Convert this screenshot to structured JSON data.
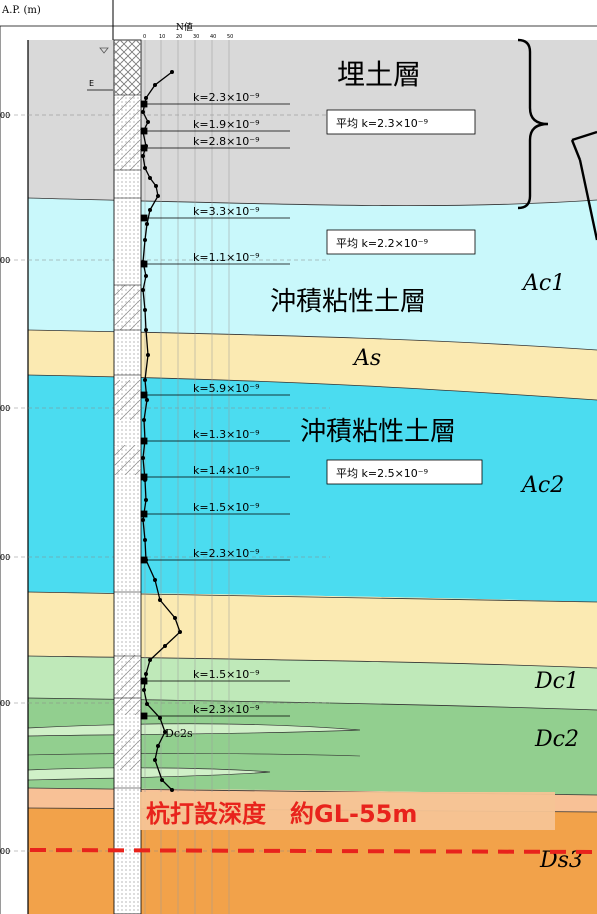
{
  "header": {
    "axis_unit": "A.P. (m)",
    "n_value_title": "N値",
    "n_scale_ticks": [
      "0",
      "10",
      "20",
      "30",
      "40",
      "50"
    ]
  },
  "elevation_tick_labels": [
    "00",
    "00",
    "00",
    "00",
    "00",
    "00"
  ],
  "groundwater_marker": "E",
  "layers": [
    {
      "code": "",
      "label": "埋土層",
      "color": "#d9d9d9"
    },
    {
      "code": "Ac1",
      "label": "沖積粘性土層",
      "color": "#c9f8fb"
    },
    {
      "code": "As",
      "label": "",
      "color": "#fbeab2"
    },
    {
      "code": "Ac2",
      "label": "沖積粘性土層",
      "color": "#4bdcf0"
    },
    {
      "code": "",
      "label": "",
      "color": "#fbeab2"
    },
    {
      "code": "Dc1",
      "label": "",
      "color": "#bfe9b9"
    },
    {
      "code": "Dc2",
      "label": "",
      "color": "#92cf8f"
    },
    {
      "code": "Ds3",
      "label": "",
      "color": "#f2a24a"
    }
  ],
  "permeability_tests": [
    "k=2.3×10⁻⁹",
    "k=1.9×10⁻⁹",
    "k=2.8×10⁻⁹",
    "k=3.3×10⁻⁹",
    "k=1.1×10⁻⁹",
    "k=5.9×10⁻⁹",
    "k=1.3×10⁻⁹",
    "k=1.4×10⁻⁹",
    "k=1.5×10⁻⁹",
    "k=2.3×10⁻⁹",
    "k=1.5×10⁻⁹",
    "k=2.3×10⁻⁹"
  ],
  "averages": [
    "平均 k=2.3×10⁻⁹",
    "平均 k=2.2×10⁻⁹",
    "平均 k=2.5×10⁻⁹"
  ],
  "dc2s_label": "Dc2s",
  "pile": {
    "label": "杭打設深度　約GL-55m",
    "color": "#e8231c"
  },
  "colors": {
    "bracket": "#000000",
    "n_curve": "#000000"
  },
  "icons": {
    "borehole_log": "borehole-column",
    "groundwater": "water-level-triangle"
  }
}
